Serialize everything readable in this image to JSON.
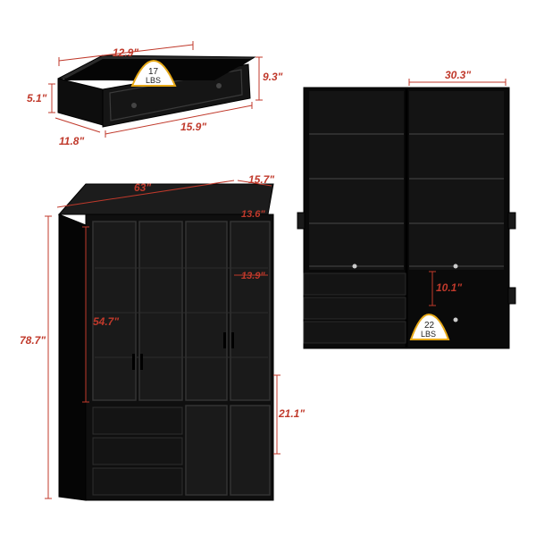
{
  "colors": {
    "cabinet": "#111111",
    "cabinet_dark": "#050505",
    "glass": "#1a1a1a",
    "dimension": "#c0392b",
    "weight_badge_fill": "#ffffff",
    "weight_badge_stroke": "#e6a817"
  },
  "drawer": {
    "width_label": "12.9\"",
    "height_label": "9.3\"",
    "front_height_label": "5.1\"",
    "inner_depth_label": "11.8\"",
    "outer_width_label": "15.9\"",
    "weight_value": "17",
    "weight_unit": "LBS"
  },
  "front_view": {
    "width_label": "63\"",
    "depth_label": "15.7\"",
    "shelf_depth_label": "13.6\"",
    "door_width_label": "13.9\"",
    "upper_height_label": "54.7\"",
    "total_height_label": "78.7\"",
    "lower_height_label": "21.1\""
  },
  "open_view": {
    "width_label": "30.3\"",
    "drawer_gap_label": "10.1\"",
    "weight_value": "22",
    "weight_unit": "LBS"
  }
}
